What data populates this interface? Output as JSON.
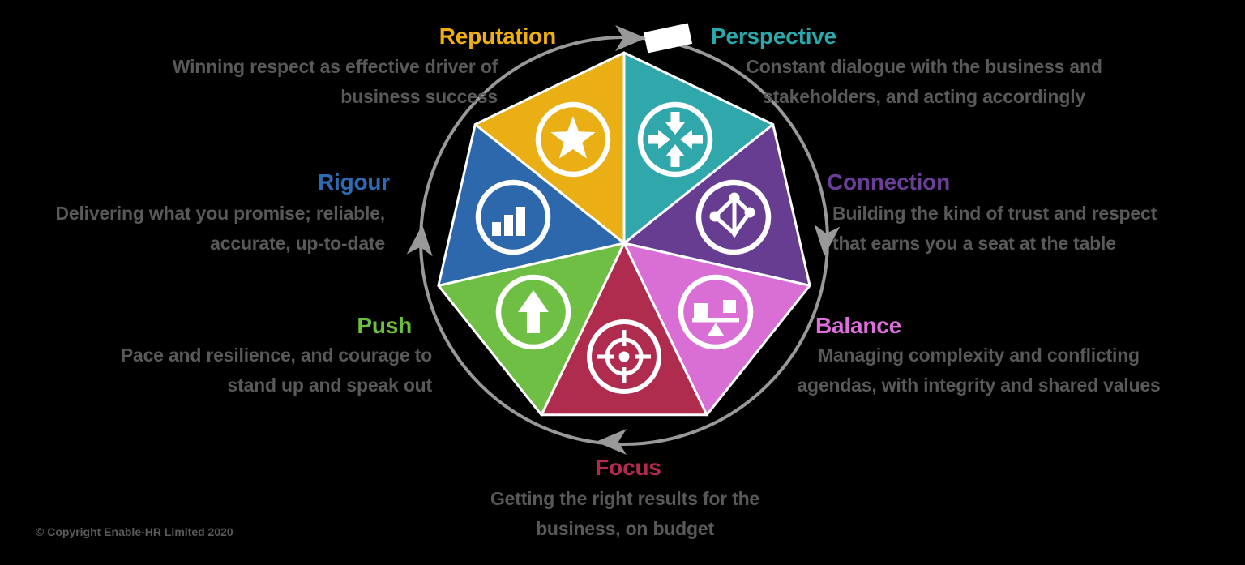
{
  "background_color": "#000000",
  "copyright": "© Copyright Enable-HR Limited 2020",
  "cycle": {
    "direction": "clockwise",
    "arrow_color": "#999999",
    "start_marker_color": "#ffffff"
  },
  "description_text_color": "#595959",
  "segments": [
    {
      "id": "reputation",
      "label": "Reputation",
      "color": "#EAAF15",
      "heading_color": "#EFAF10",
      "icon": "star-icon",
      "desc_lines": [
        "Winning respect as effective driver of",
        "business success"
      ]
    },
    {
      "id": "perspective",
      "label": "Perspective",
      "color": "#2FA7AB",
      "heading_color": "#2BA8AC",
      "icon": "converging-arrows-icon",
      "desc_lines": [
        "Constant dialogue with the business and",
        "stakeholders, and acting accordingly"
      ]
    },
    {
      "id": "connection",
      "label": "Connection",
      "color": "#663D90",
      "heading_color": "#6A3E97",
      "icon": "network-nodes-icon",
      "desc_lines": [
        "Building the kind of trust and respect",
        "that earns you a seat at the table"
      ]
    },
    {
      "id": "balance",
      "label": "Balance",
      "color": "#D96FD4",
      "heading_color": "#DD6EDC",
      "icon": "balance-scale-icon",
      "desc_lines": [
        "Managing complexity and conflicting",
        "agendas, with integrity and shared values"
      ]
    },
    {
      "id": "focus",
      "label": "Focus",
      "color": "#B02C4F",
      "heading_color": "#B5294E",
      "icon": "target-icon",
      "desc_lines": [
        "Getting the right results for the",
        "business, on budget"
      ]
    },
    {
      "id": "push",
      "label": "Push",
      "color": "#6FBF44",
      "heading_color": "#6CBF3C",
      "icon": "up-arrow-icon",
      "desc_lines": [
        "Pace and resilience, and courage to",
        "stand up and speak out"
      ]
    },
    {
      "id": "rigour",
      "label": "Rigour",
      "color": "#2D68AC",
      "heading_color": "#2D6CB5",
      "icon": "bar-chart-icon",
      "desc_lines": [
        "Delivering what you promise; reliable,",
        "accurate, up-to-date"
      ]
    }
  ]
}
